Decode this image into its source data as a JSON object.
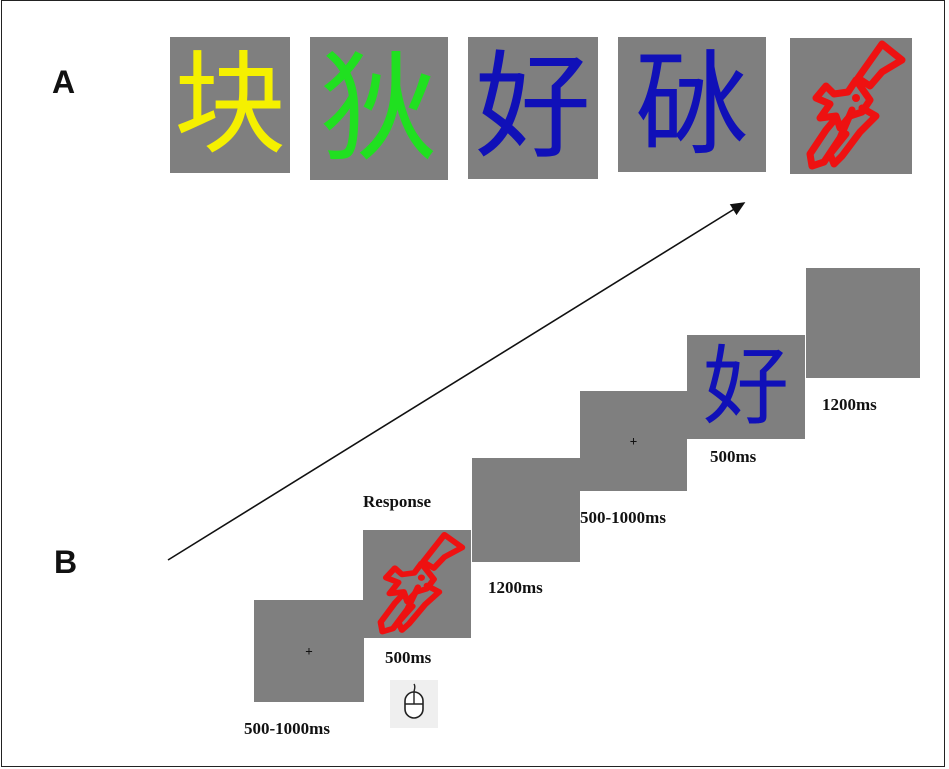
{
  "panel_a": {
    "label": "A",
    "stimuli": [
      {
        "glyph": "块",
        "color": "#f5f000"
      },
      {
        "glyph": "狄",
        "color": "#20e020"
      },
      {
        "glyph": "好",
        "color": "#1010b8"
      },
      {
        "glyph": "砅",
        "color": "#1010b8"
      },
      {
        "glyph": "",
        "icon": "pliers-icon",
        "color": "#ee1111"
      }
    ]
  },
  "panel_b": {
    "label": "B",
    "fixation_symbol": "+",
    "response_label": "Response",
    "timings": {
      "fixation_1": "500-1000ms",
      "picture": "500ms",
      "blank_1": "1200ms",
      "fixation_2": "500-1000ms",
      "character": "500ms",
      "blank_2": "1200ms"
    },
    "character_glyph": "好",
    "character_color": "#1010b8",
    "picture_color": "#ee1111",
    "response_device": "mouse-icon"
  }
}
